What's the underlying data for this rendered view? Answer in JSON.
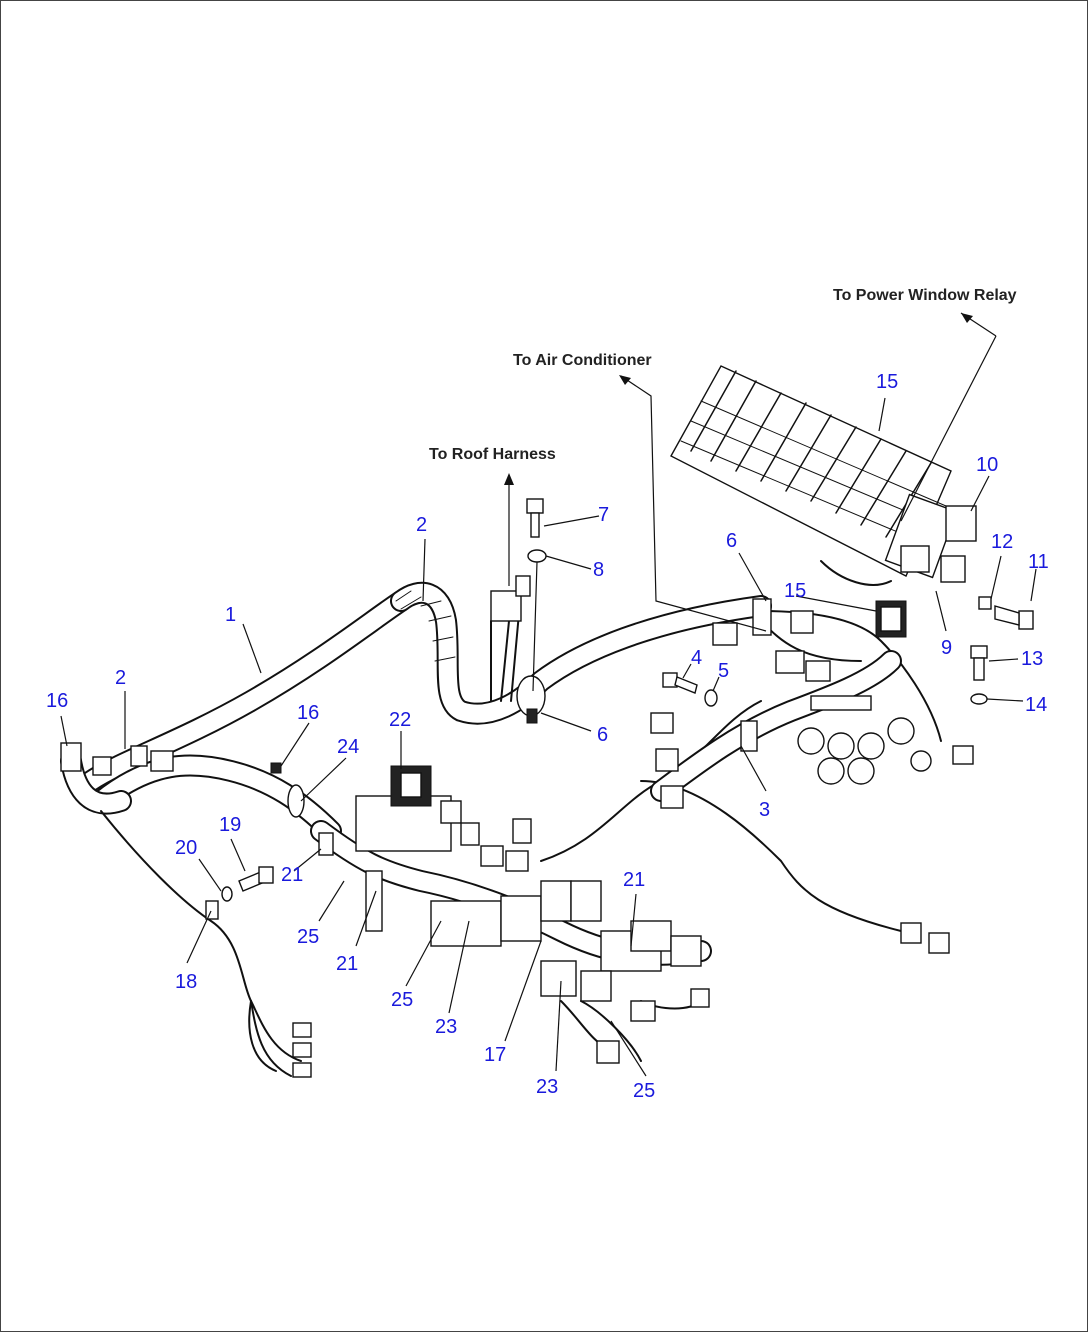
{
  "destinations": {
    "power_window_relay": "To Power Window Relay",
    "air_conditioner": "To Air Conditioner",
    "roof_harness": "To Roof Harness"
  },
  "callouts": {
    "c1": "1",
    "c2a": "2",
    "c2b": "2",
    "c3": "3",
    "c4": "4",
    "c5": "5",
    "c6a": "6",
    "c6b": "6",
    "c7": "7",
    "c8": "8",
    "c9": "9",
    "c10": "10",
    "c11": "11",
    "c12": "12",
    "c13": "13",
    "c14": "14",
    "c15a": "15",
    "c15b": "15",
    "c16a": "16",
    "c16b": "16",
    "c17": "17",
    "c18": "18",
    "c19": "19",
    "c20": "20",
    "c21a": "21",
    "c21b": "21",
    "c21c": "21",
    "c22": "22",
    "c23a": "23",
    "c23b": "23",
    "c24": "24",
    "c25a": "25",
    "c25b": "25",
    "c25c": "25"
  },
  "colors": {
    "callout": "#1a1adc",
    "line": "#111111"
  }
}
